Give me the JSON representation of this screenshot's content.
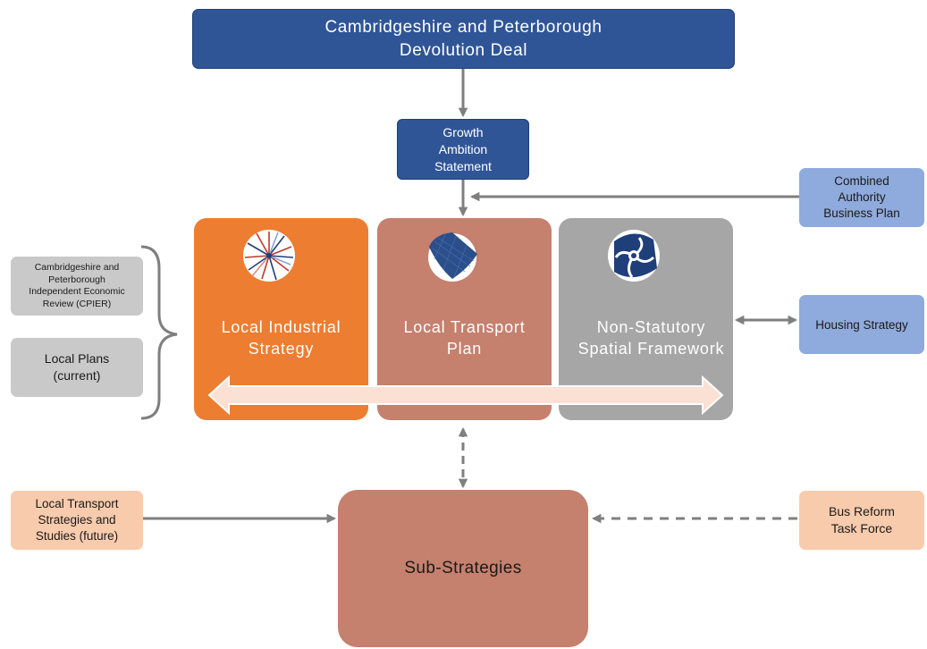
{
  "deal": {
    "lines": "Cambridgeshire and Peterborough\nDevolution Deal"
  },
  "growth": {
    "lines": "Growth\nAmbition\nStatement"
  },
  "ca_plan": {
    "lines": "Combined\nAuthority\nBusiness Plan"
  },
  "housing": {
    "label": "Housing Strategy"
  },
  "panels": {
    "lis": {
      "label": "Local Industrial\nStrategy",
      "icon": "radial-burst-logo-icon"
    },
    "ltp": {
      "label": "Local Transport\nPlan",
      "icon": "grid-diamond-logo-icon"
    },
    "nsf": {
      "label": "Non-Statutory\nSpatial Framework",
      "icon": "swirl-logo-icon"
    }
  },
  "left_boxes": {
    "cpier": "Cambridgeshire and\nPeterborough\nIndependent Economic\nReview (CPIER)",
    "local_plans": "Local Plans\n(current)"
  },
  "sub_strategies": {
    "label": "Sub-Strategies"
  },
  "lts": {
    "lines": "Local Transport\nStrategies and\nStudies (future)"
  },
  "bus": {
    "lines": "Bus Reform\nTask Force"
  },
  "colors": {
    "dark_blue": "#2f5597",
    "light_blue": "#8faadc",
    "orange": "#ed7d31",
    "terracotta": "#c5806e",
    "grey": "#a6a6a6",
    "light_grey": "#c9c9c9",
    "peach": "#f8cbad",
    "connector": "#7f7f7f"
  }
}
